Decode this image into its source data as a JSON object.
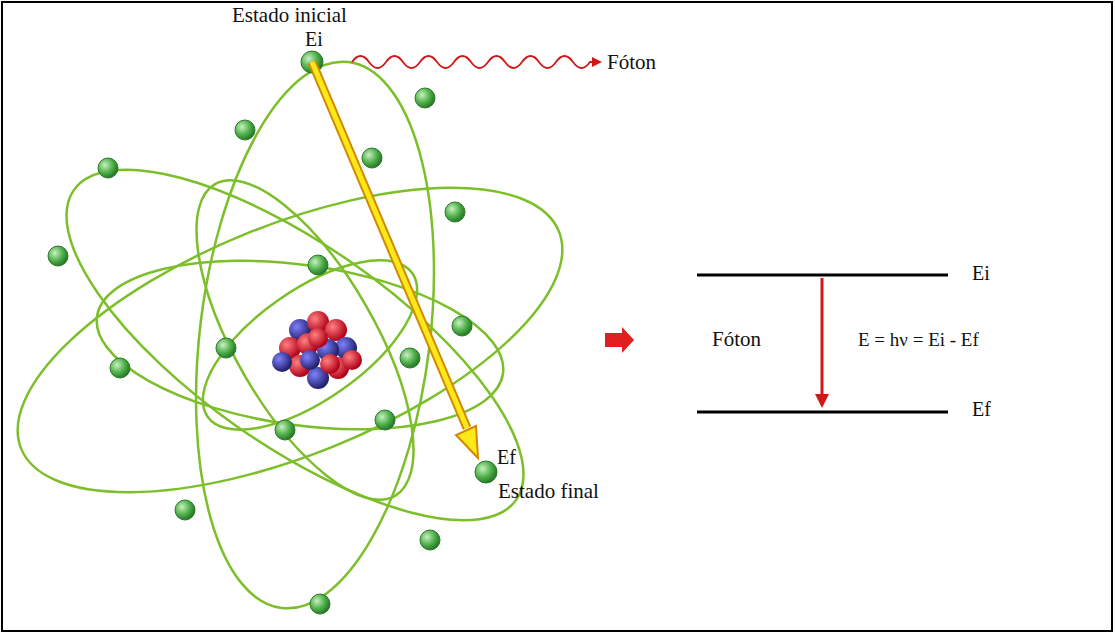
{
  "diagram": {
    "labels": [
      "Estado inicial",
      "Ei",
      "Fóton",
      "Fóton",
      "Ei",
      "E = hν = Ei - Ef",
      "Ef",
      "Ef",
      "Estado final"
    ]
  }
}
